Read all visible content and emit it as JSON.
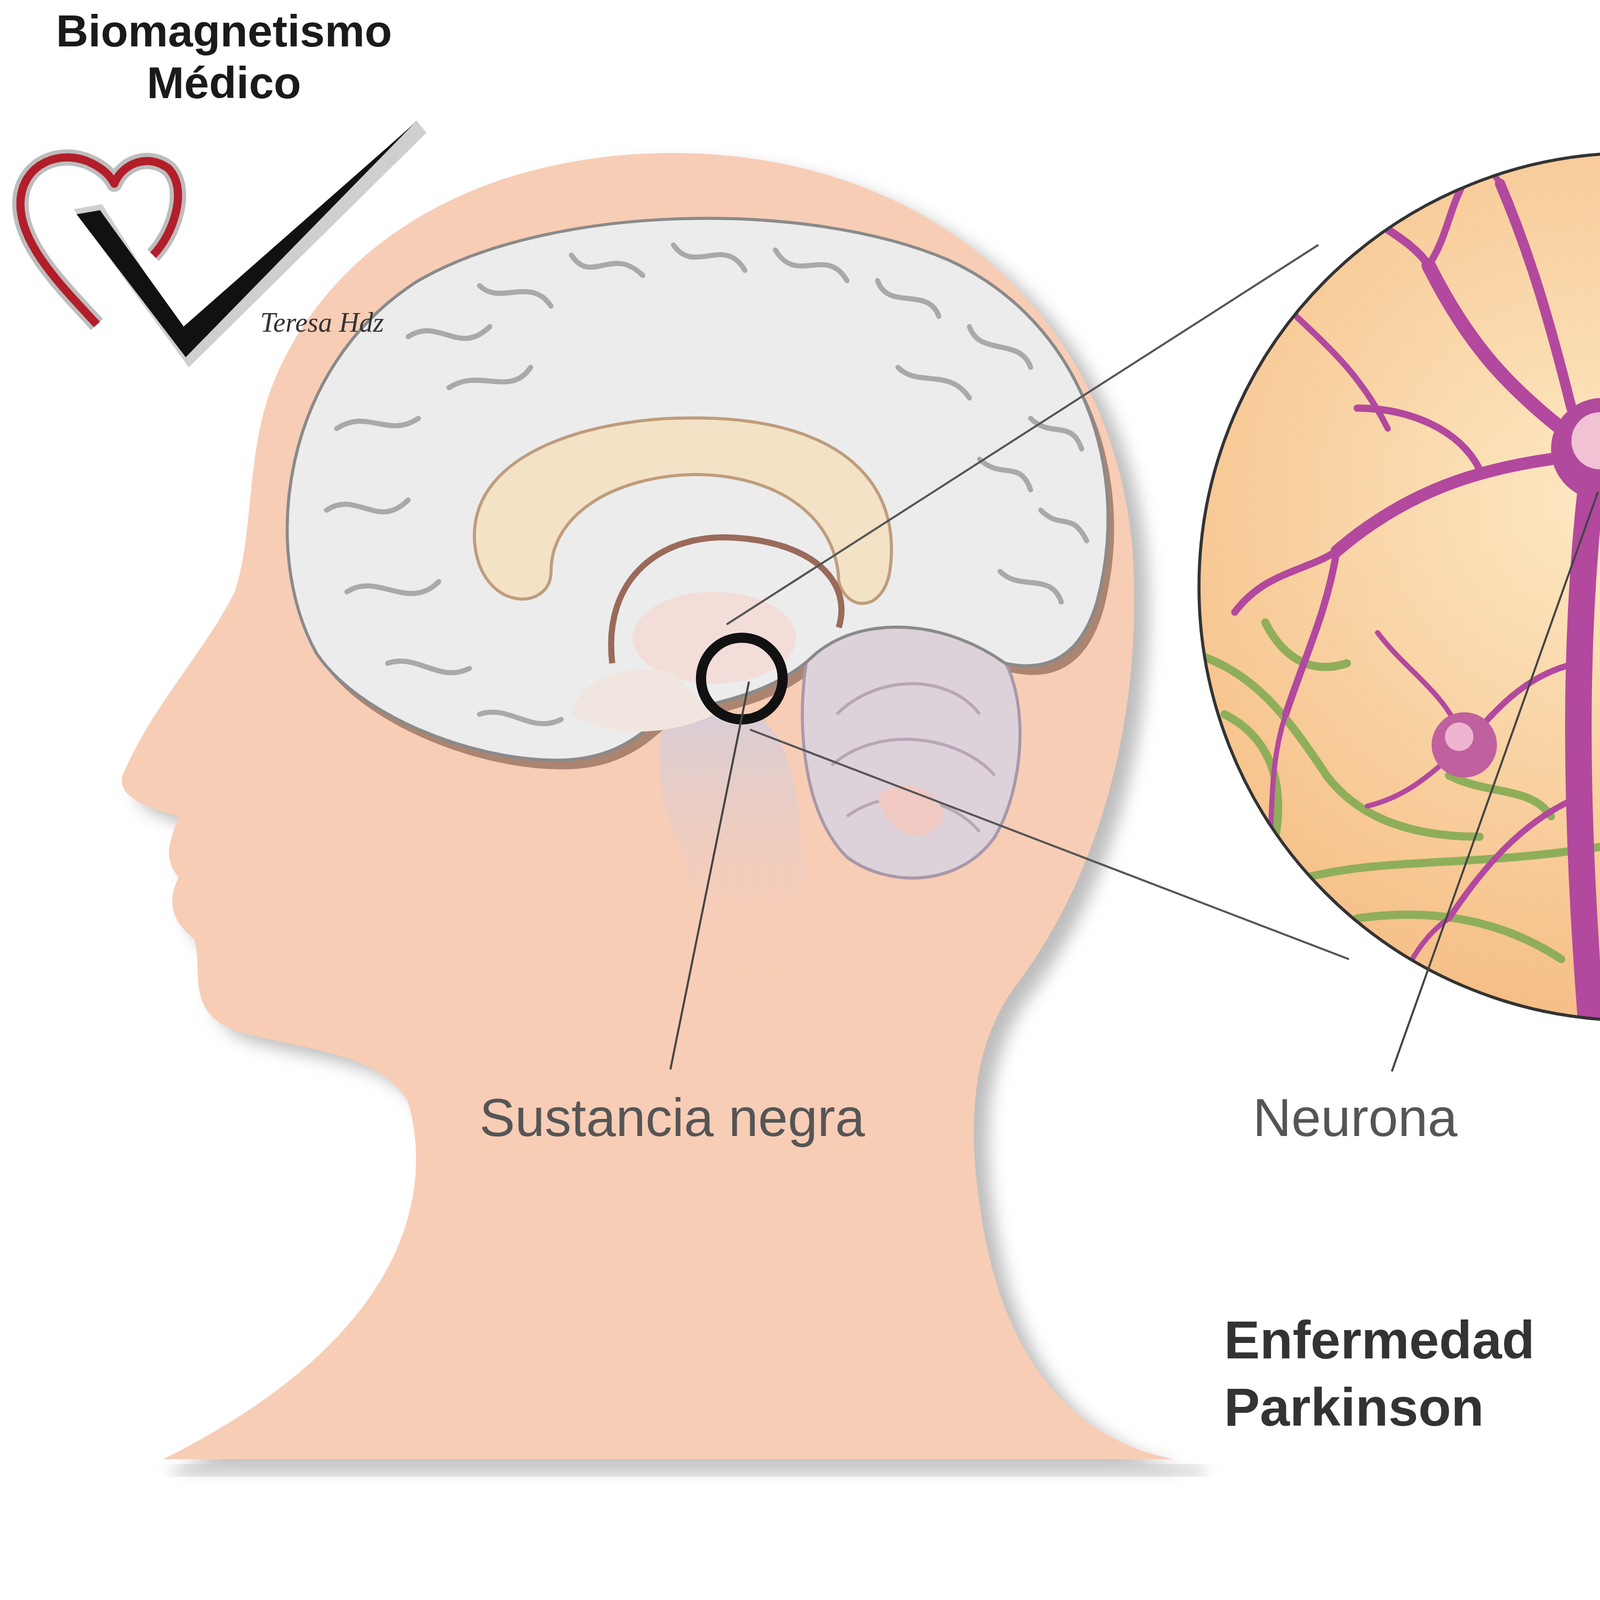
{
  "diagram": {
    "title": "Enfermedad Parkinson",
    "labels": [
      "Biomagnetismo Médico",
      "Teresa Hdz",
      "Sustancia negra",
      "Neurona"
    ]
  }
}
